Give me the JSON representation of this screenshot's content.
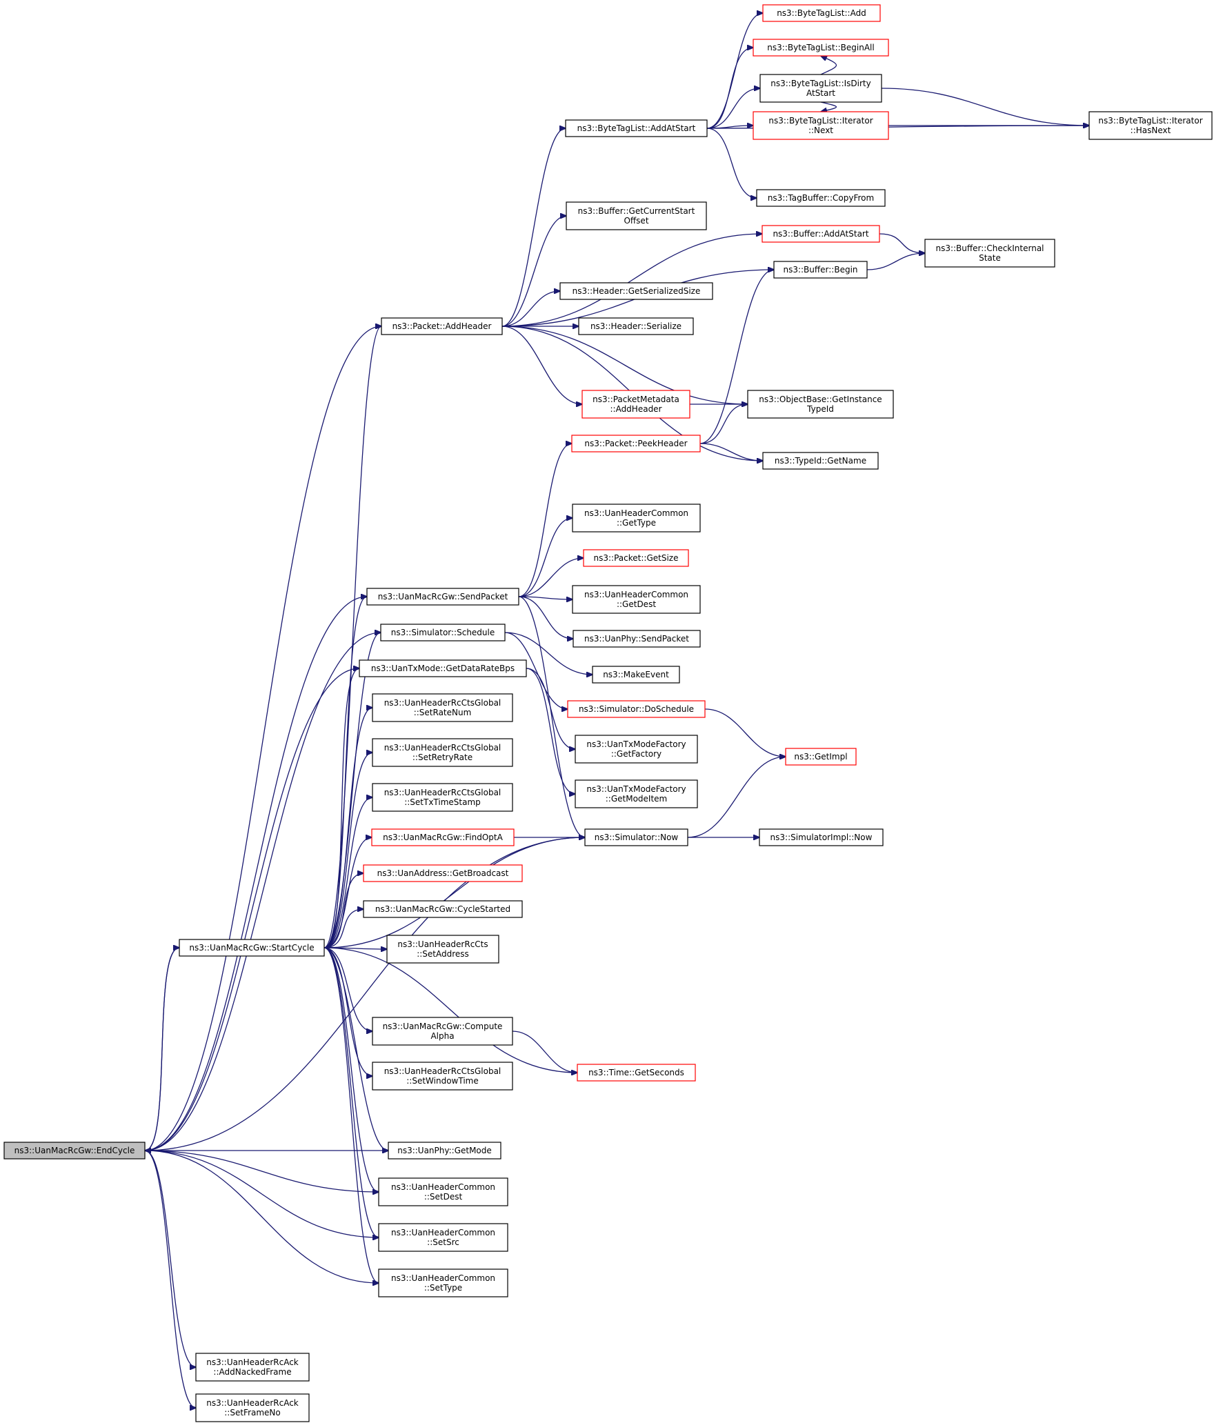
{
  "nodes": [
    {
      "id": "endcycle",
      "lines": [
        "ns3::UanMacRcGw::EndCycle"
      ],
      "style": "root"
    },
    {
      "id": "startcycle",
      "lines": [
        "ns3::UanMacRcGw::StartCycle"
      ],
      "style": "normal"
    },
    {
      "id": "addheader",
      "lines": [
        "ns3::Packet::AddHeader"
      ],
      "style": "normal"
    },
    {
      "id": "sendpacket",
      "lines": [
        "ns3::UanMacRcGw::SendPacket"
      ],
      "style": "normal"
    },
    {
      "id": "schedule",
      "lines": [
        "ns3::Simulator::Schedule"
      ],
      "style": "normal"
    },
    {
      "id": "getdataratebps",
      "lines": [
        "ns3::UanTxMode::GetDataRateBps"
      ],
      "style": "normal"
    },
    {
      "id": "setratenum",
      "lines": [
        "ns3::UanHeaderRcCtsGlobal",
        "::SetRateNum"
      ],
      "style": "normal"
    },
    {
      "id": "setretryrate",
      "lines": [
        "ns3::UanHeaderRcCtsGlobal",
        "::SetRetryRate"
      ],
      "style": "normal"
    },
    {
      "id": "settxtimestamp",
      "lines": [
        "ns3::UanHeaderRcCtsGlobal",
        "::SetTxTimeStamp"
      ],
      "style": "normal"
    },
    {
      "id": "findopta",
      "lines": [
        "ns3::UanMacRcGw::FindOptA"
      ],
      "style": "red"
    },
    {
      "id": "getbroadcast",
      "lines": [
        "ns3::UanAddress::GetBroadcast"
      ],
      "style": "red"
    },
    {
      "id": "cyclestarted",
      "lines": [
        "ns3::UanMacRcGw::CycleStarted"
      ],
      "style": "normal"
    },
    {
      "id": "setaddress",
      "lines": [
        "ns3::UanHeaderRcCts",
        "::SetAddress"
      ],
      "style": "normal"
    },
    {
      "id": "computealpha",
      "lines": [
        "ns3::UanMacRcGw::Compute",
        "Alpha"
      ],
      "style": "normal"
    },
    {
      "id": "setwindowtime",
      "lines": [
        "ns3::UanHeaderRcCtsGlobal",
        "::SetWindowTime"
      ],
      "style": "normal"
    },
    {
      "id": "getmode",
      "lines": [
        "ns3::UanPhy::GetMode"
      ],
      "style": "normal"
    },
    {
      "id": "setdest",
      "lines": [
        "ns3::UanHeaderCommon",
        "::SetDest"
      ],
      "style": "normal"
    },
    {
      "id": "setsrc",
      "lines": [
        "ns3::UanHeaderCommon",
        "::SetSrc"
      ],
      "style": "normal"
    },
    {
      "id": "settype",
      "lines": [
        "ns3::UanHeaderCommon",
        "::SetType"
      ],
      "style": "normal"
    },
    {
      "id": "addnackedframe",
      "lines": [
        "ns3::UanHeaderRcAck",
        "::AddNackedFrame"
      ],
      "style": "normal"
    },
    {
      "id": "setframeno",
      "lines": [
        "ns3::UanHeaderRcAck",
        "::SetFrameNo"
      ],
      "style": "normal"
    },
    {
      "id": "bytetaglist_addatstart",
      "lines": [
        "ns3::ByteTagList::AddAtStart"
      ],
      "style": "normal"
    },
    {
      "id": "getcurrentstartoffset",
      "lines": [
        "ns3::Buffer::GetCurrentStart",
        "Offset"
      ],
      "style": "normal"
    },
    {
      "id": "getserializedsize",
      "lines": [
        "ns3::Header::GetSerializedSize"
      ],
      "style": "normal"
    },
    {
      "id": "header_serialize",
      "lines": [
        "ns3::Header::Serialize"
      ],
      "style": "normal"
    },
    {
      "id": "pm_addheader",
      "lines": [
        "ns3::PacketMetadata",
        "::AddHeader"
      ],
      "style": "red"
    },
    {
      "id": "peekheader",
      "lines": [
        "ns3::Packet::PeekHeader"
      ],
      "style": "red"
    },
    {
      "id": "hc_gettype",
      "lines": [
        "ns3::UanHeaderCommon",
        "::GetType"
      ],
      "style": "normal"
    },
    {
      "id": "packet_getsize",
      "lines": [
        "ns3::Packet::GetSize"
      ],
      "style": "red"
    },
    {
      "id": "hc_getdest",
      "lines": [
        "ns3::UanHeaderCommon",
        "::GetDest"
      ],
      "style": "normal"
    },
    {
      "id": "phy_sendpacket",
      "lines": [
        "ns3::UanPhy::SendPacket"
      ],
      "style": "normal"
    },
    {
      "id": "makeevent",
      "lines": [
        "ns3::MakeEvent"
      ],
      "style": "normal"
    },
    {
      "id": "doschedule",
      "lines": [
        "ns3::Simulator::DoSchedule"
      ],
      "style": "red"
    },
    {
      "id": "getfactory",
      "lines": [
        "ns3::UanTxModeFactory",
        "::GetFactory"
      ],
      "style": "normal"
    },
    {
      "id": "getmodeitem",
      "lines": [
        "ns3::UanTxModeFactory",
        "::GetModeItem"
      ],
      "style": "normal"
    },
    {
      "id": "sim_now",
      "lines": [
        "ns3::Simulator::Now"
      ],
      "style": "normal"
    },
    {
      "id": "time_getseconds",
      "lines": [
        "ns3::Time::GetSeconds"
      ],
      "style": "red"
    },
    {
      "id": "btl_add",
      "lines": [
        "ns3::ByteTagList::Add"
      ],
      "style": "red"
    },
    {
      "id": "btl_beginall",
      "lines": [
        "ns3::ByteTagList::BeginAll"
      ],
      "style": "red"
    },
    {
      "id": "btl_isdirty",
      "lines": [
        "ns3::ByteTagList::IsDirty",
        "AtStart"
      ],
      "style": "normal"
    },
    {
      "id": "btl_it_next",
      "lines": [
        "ns3::ByteTagList::Iterator",
        "::Next"
      ],
      "style": "red"
    },
    {
      "id": "btl_it_hasnext",
      "lines": [
        "ns3::ByteTagList::Iterator",
        "::HasNext"
      ],
      "style": "normal"
    },
    {
      "id": "tagbuffer_copyfrom",
      "lines": [
        "ns3::TagBuffer::CopyFrom"
      ],
      "style": "normal"
    },
    {
      "id": "buffer_addatstart",
      "lines": [
        "ns3::Buffer::AddAtStart"
      ],
      "style": "red"
    },
    {
      "id": "buffer_checkinternal",
      "lines": [
        "ns3::Buffer::CheckInternal",
        "State"
      ],
      "style": "normal"
    },
    {
      "id": "buffer_begin",
      "lines": [
        "ns3::Buffer::Begin"
      ],
      "style": "normal"
    },
    {
      "id": "getinstancetypeid",
      "lines": [
        "ns3::ObjectBase::GetInstance",
        "TypeId"
      ],
      "style": "normal"
    },
    {
      "id": "typeid_getname",
      "lines": [
        "ns3::TypeId::GetName"
      ],
      "style": "normal"
    },
    {
      "id": "getimpl",
      "lines": [
        "ns3::GetImpl"
      ],
      "style": "red"
    },
    {
      "id": "simimpl_now",
      "lines": [
        "ns3::SimulatorImpl::Now"
      ],
      "style": "normal"
    }
  ],
  "edges": [
    [
      "endcycle",
      "startcycle"
    ],
    [
      "endcycle",
      "addheader"
    ],
    [
      "endcycle",
      "sendpacket"
    ],
    [
      "endcycle",
      "schedule"
    ],
    [
      "endcycle",
      "getdataratebps"
    ],
    [
      "endcycle",
      "getmode"
    ],
    [
      "endcycle",
      "setdest"
    ],
    [
      "endcycle",
      "setsrc"
    ],
    [
      "endcycle",
      "settype"
    ],
    [
      "endcycle",
      "sim_now"
    ],
    [
      "endcycle",
      "addnackedframe"
    ],
    [
      "endcycle",
      "setframeno"
    ],
    [
      "startcycle",
      "endcycle"
    ],
    [
      "startcycle",
      "addheader"
    ],
    [
      "startcycle",
      "sendpacket"
    ],
    [
      "startcycle",
      "schedule"
    ],
    [
      "startcycle",
      "getdataratebps"
    ],
    [
      "startcycle",
      "setratenum"
    ],
    [
      "startcycle",
      "setretryrate"
    ],
    [
      "startcycle",
      "settxtimestamp"
    ],
    [
      "startcycle",
      "findopta"
    ],
    [
      "startcycle",
      "getbroadcast"
    ],
    [
      "startcycle",
      "cyclestarted"
    ],
    [
      "startcycle",
      "setaddress"
    ],
    [
      "startcycle",
      "sim_now"
    ],
    [
      "startcycle",
      "computealpha"
    ],
    [
      "startcycle",
      "setwindowtime"
    ],
    [
      "startcycle",
      "time_getseconds"
    ],
    [
      "startcycle",
      "getmode"
    ],
    [
      "startcycle",
      "setdest"
    ],
    [
      "startcycle",
      "setsrc"
    ],
    [
      "startcycle",
      "settype"
    ],
    [
      "addheader",
      "bytetaglist_addatstart"
    ],
    [
      "addheader",
      "buffer_addatstart"
    ],
    [
      "addheader",
      "getcurrentstartoffset"
    ],
    [
      "addheader",
      "buffer_begin"
    ],
    [
      "addheader",
      "getserializedsize"
    ],
    [
      "addheader",
      "header_serialize"
    ],
    [
      "addheader",
      "getinstancetypeid"
    ],
    [
      "addheader",
      "pm_addheader"
    ],
    [
      "addheader",
      "typeid_getname"
    ],
    [
      "bytetaglist_addatstart",
      "btl_add"
    ],
    [
      "bytetaglist_addatstart",
      "btl_beginall"
    ],
    [
      "bytetaglist_addatstart",
      "btl_isdirty"
    ],
    [
      "bytetaglist_addatstart",
      "btl_it_next"
    ],
    [
      "bytetaglist_addatstart",
      "btl_it_hasnext"
    ],
    [
      "bytetaglist_addatstart",
      "tagbuffer_copyfrom"
    ],
    [
      "btl_isdirty",
      "btl_beginall"
    ],
    [
      "btl_isdirty",
      "btl_it_next"
    ],
    [
      "btl_isdirty",
      "btl_it_hasnext"
    ],
    [
      "btl_it_next",
      "btl_it_hasnext"
    ],
    [
      "buffer_addatstart",
      "buffer_checkinternal"
    ],
    [
      "buffer_begin",
      "buffer_checkinternal"
    ],
    [
      "pm_addheader",
      "getinstancetypeid"
    ],
    [
      "peekheader",
      "buffer_begin"
    ],
    [
      "peekheader",
      "getinstancetypeid"
    ],
    [
      "peekheader",
      "typeid_getname"
    ],
    [
      "sendpacket",
      "peekheader"
    ],
    [
      "sendpacket",
      "hc_gettype"
    ],
    [
      "sendpacket",
      "packet_getsize"
    ],
    [
      "sendpacket",
      "hc_getdest"
    ],
    [
      "sendpacket",
      "phy_sendpacket"
    ],
    [
      "sendpacket",
      "sim_now"
    ],
    [
      "schedule",
      "makeevent"
    ],
    [
      "schedule",
      "doschedule"
    ],
    [
      "doschedule",
      "getimpl"
    ],
    [
      "getdataratebps",
      "getfactory"
    ],
    [
      "getdataratebps",
      "getmodeitem"
    ],
    [
      "findopta",
      "sim_now"
    ],
    [
      "computealpha",
      "time_getseconds"
    ],
    [
      "sim_now",
      "getimpl"
    ],
    [
      "sim_now",
      "simimpl_now"
    ]
  ]
}
